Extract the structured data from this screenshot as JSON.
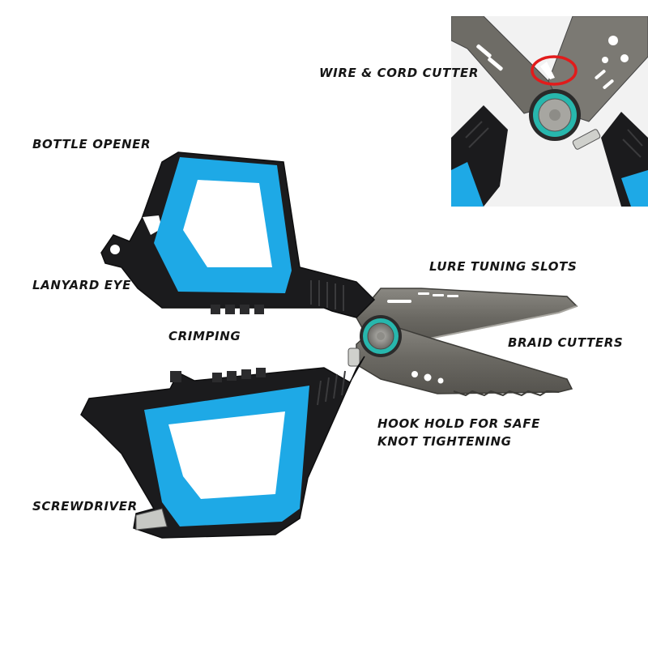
{
  "labels": {
    "wire_cutter": "WIRE & CORD CUTTER",
    "bottle_opener": "BOTTLE OPENER",
    "lanyard_eye": "LANYARD EYE",
    "lure_slots": "LURE TUNING SLOTS",
    "crimping": "CRIMPING",
    "braid_cutters": "BRAID CUTTERS",
    "hook_hold_line1": "HOOK HOLD FOR SAFE",
    "hook_hold_line2": "KNOT TIGHTENING",
    "screwdriver": "SCREWDRIVER"
  },
  "colors": {
    "grip_blue": "#1ea9e6",
    "body_black": "#1b1b1d",
    "blade_steel": "#6e6c66",
    "pivot_teal": "#27b7ad",
    "highlight_red": "#e21b1b"
  }
}
